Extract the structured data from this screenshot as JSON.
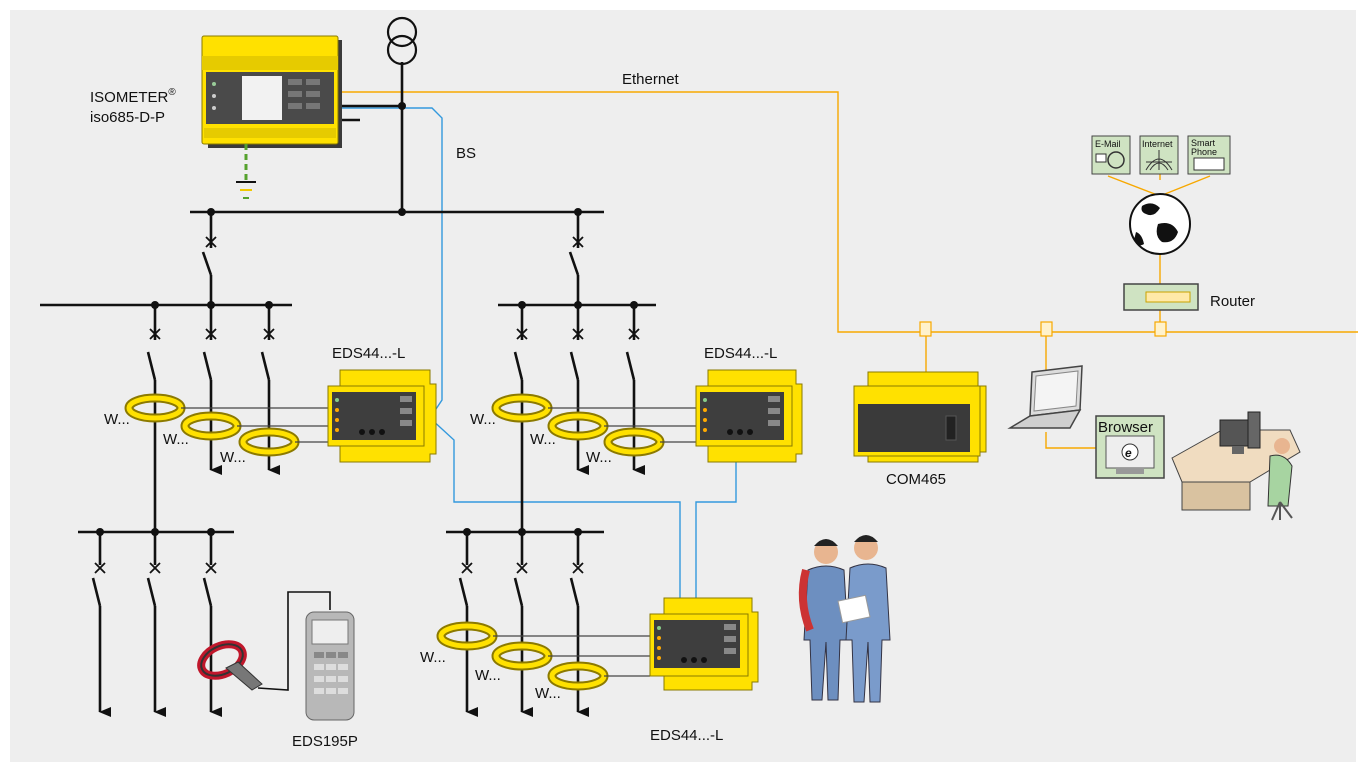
{
  "labels": {
    "isometer_brand": "ISOMETER",
    "isometer_reg": "®",
    "isometer_model": "iso685-D-P",
    "ethernet": "Ethernet",
    "bs": "BS",
    "router": "Router",
    "com": "COM465",
    "browser": "Browser",
    "eds_top_left": "EDS44...-L",
    "eds_top_mid": "EDS44...-L",
    "eds_bottom": "EDS44...-L",
    "eds195": "EDS195P",
    "email": "E-Mail",
    "internet": "Internet",
    "smartphone_1": "Smart",
    "smartphone_2": "Phone"
  },
  "transformer_labels": {
    "group_a": [
      "W...",
      "W...",
      "W..."
    ],
    "group_b": [
      "W...",
      "W...",
      "W..."
    ],
    "group_c": [
      "W...",
      "W...",
      "W..."
    ]
  },
  "colors": {
    "background": "#eeeeee",
    "device_yellow": "#ffe100",
    "ethernet_line": "#f7a800",
    "bus_line": "#3399dd",
    "power_line": "#111111"
  },
  "icons": [
    "transformer-icon",
    "ground-icon",
    "globe-icon",
    "laptop-icon",
    "workstation-icon",
    "technicians-icon",
    "current-clamp-icon"
  ]
}
